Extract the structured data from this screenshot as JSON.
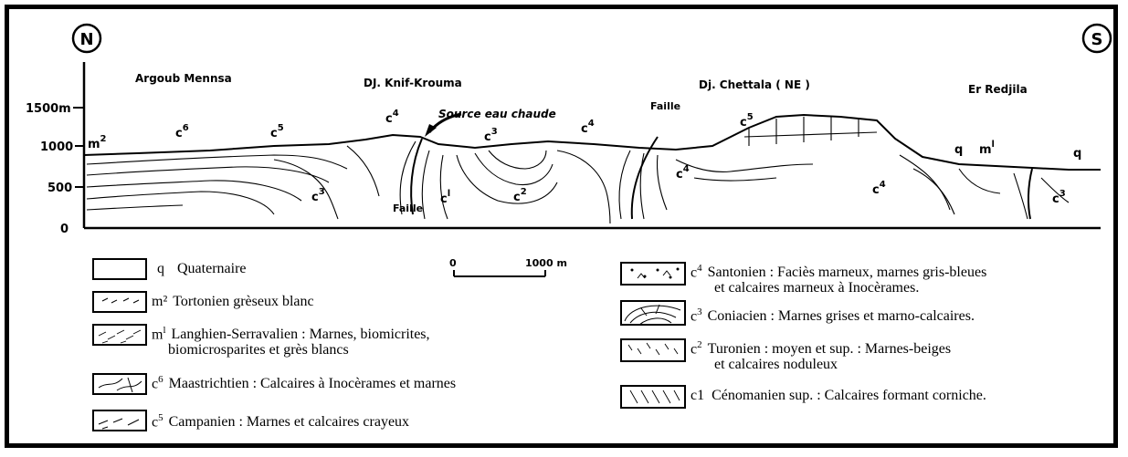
{
  "compass": {
    "north": "N",
    "south": "S"
  },
  "places": [
    {
      "id": "argoub",
      "label": "Argoub Mennsa"
    },
    {
      "id": "knif",
      "label": "DJ. Knif-Krouma"
    },
    {
      "id": "chettala",
      "label": "Dj. Chettala ( NE )"
    },
    {
      "id": "redjila",
      "label": "Er Redjila"
    }
  ],
  "annotations": {
    "source": "Source eau chaude",
    "faille_top": "Faille",
    "faille_bottom": "Faille"
  },
  "elevation_axis": [
    {
      "label": "1500m"
    },
    {
      "label": "1000"
    },
    {
      "label": "500"
    },
    {
      "label": "0"
    }
  ],
  "unit_labels": {
    "m2": "m",
    "m2_sup": "2",
    "m1": "m",
    "m1_sup": "l",
    "c6": "c",
    "c6_sup": "6",
    "c5a": "c",
    "c5a_sup": "5",
    "c4a": "c",
    "c4a_sup": "4",
    "c3a": "c",
    "c3a_sup": "3",
    "c3b": "c",
    "c3b_sup": "3",
    "c1": "c",
    "c1_sup": "l",
    "c2": "c",
    "c2_sup": "2",
    "c4b": "c",
    "c4b_sup": "4",
    "c4c": "c",
    "c4c_sup": "4",
    "c5b": "c",
    "c5b_sup": "5",
    "c4d": "c",
    "c4d_sup": "4",
    "c3c": "c",
    "c3c_sup": "3",
    "q1": "q",
    "q2": "q"
  },
  "scale": {
    "zero": "0",
    "length": "1000 m"
  },
  "legend_left": [
    {
      "code": "q",
      "code_sup": "",
      "text": "Quaternaire",
      "text2": ""
    },
    {
      "code": "m²",
      "code_sup": "",
      "text": "Tortonien grèseux blanc",
      "text2": ""
    },
    {
      "code": "m",
      "code_sup": "l",
      "text": "Langhien-Serravalien : Marnes, biomicrites,",
      "text2": "biomicrosparites et grès blancs"
    },
    {
      "code": "c",
      "code_sup": "6",
      "text": "Maastrichtien : Calcaires à Inocèrames et marnes",
      "text2": ""
    },
    {
      "code": "c",
      "code_sup": "5",
      "text": "Campanien : Marnes et  calcaires crayeux",
      "text2": ""
    }
  ],
  "legend_right": [
    {
      "code": "c",
      "code_sup": "4",
      "text": "Santonien : Faciès marneux, marnes gris-bleues",
      "text2": "et calcaires marneux à Inocèrames."
    },
    {
      "code": "c",
      "code_sup": "3",
      "text": "Coniacien : Marnes grises et marno-calcaires.",
      "text2": ""
    },
    {
      "code": "c",
      "code_sup": "2",
      "text": "Turonien  : moyen et sup. : Marnes-beiges",
      "text2": "et calcaires noduleux"
    },
    {
      "code": "c1",
      "code_sup": "",
      "text": "Cénomanien sup. : Calcaires formant corniche.",
      "text2": ""
    }
  ]
}
